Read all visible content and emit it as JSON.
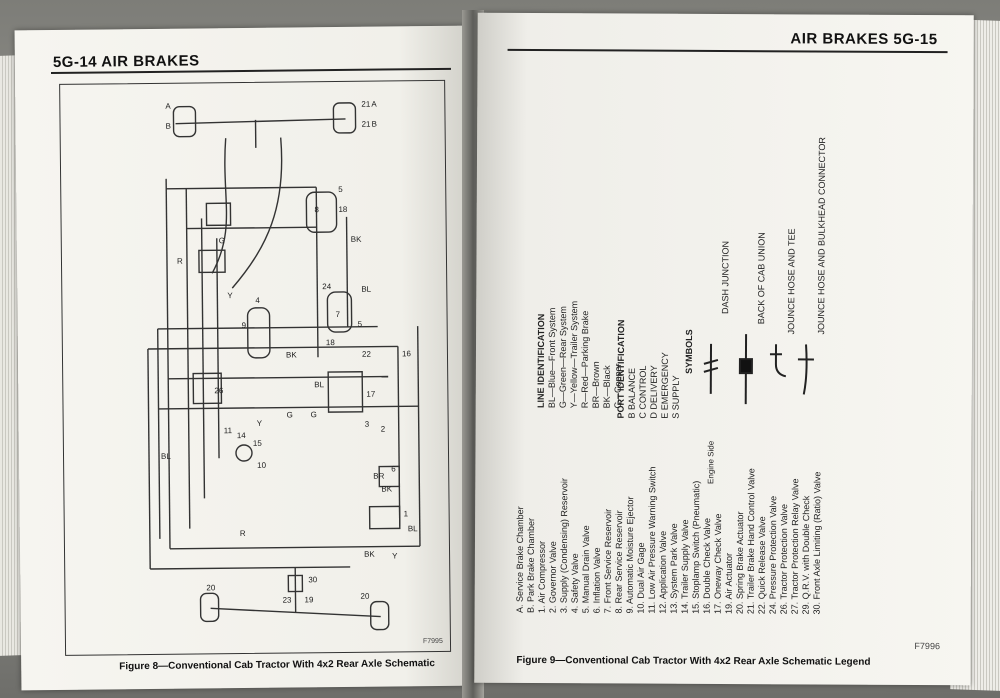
{
  "left_page": {
    "header": "5G-14  AIR BRAKES",
    "figure_caption": "Figure 8—Conventional Cab Tractor With 4x2 Rear Axle Schematic",
    "figure_code": "F7995",
    "schematic_labels": [
      "A",
      "B",
      "21",
      "21",
      "A",
      "B",
      "5",
      "8",
      "18",
      "BK",
      "R",
      "G",
      "Y",
      "9",
      "4",
      "BL",
      "24",
      "7",
      "5",
      "18",
      "22",
      "16",
      "26",
      "Y",
      "G",
      "G",
      "BL",
      "BK",
      "17",
      "3",
      "2",
      "11",
      "14",
      "15",
      "10",
      "BL",
      "BR",
      "BK",
      "6",
      "1",
      "BL",
      "R",
      "30",
      "20",
      "20",
      "23",
      "19",
      "BK",
      "Y"
    ]
  },
  "right_page": {
    "header": "AIR BRAKES  5G-15",
    "figure_caption": "Figure 9—Conventional Cab Tractor With 4x2 Rear Axle Schematic Legend",
    "figure_code": "F7996",
    "legend_items": [
      "A.  Service Brake Chamber",
      "B.  Park Brake Chamber",
      "1.  Air Compressor",
      "2.  Governor Valve",
      "3.  Supply (Condensing) Reservoir",
      "4.  Safety Valve",
      "5.  Manual Drain Valve",
      "6.  Inflation Valve",
      "7.  Front Service Reservoir",
      "8.  Rear Service Reservoir",
      "9.  Automatic Moisture Ejector",
      "10.  Dual Air Gage",
      "11.  Low Air Pressure Warning Switch",
      "12.  Application Valve",
      "13.  System Park Valve",
      "14.  Trailer Supply Valve",
      "15.  Stoplamp Switch (Pneumatic)",
      "16.  Double Check Valve",
      "17.  Oneway Check Valve",
      "19.  Air Actuator",
      "20.  Spring Brake Actuator",
      "21.  Trailer Brake Hand Control Valve",
      "22.  Quick Release Valve",
      "24.  Pressure Protection Valve",
      "26.  Tractor Protection Valve",
      "27.  Tractor Protection Relay Valve",
      "29.  Q.R.V. with Double Check",
      "30.  Front Axle Limiting (Ratio) Valve"
    ],
    "line_identification": {
      "title": "LINE IDENTIFICATION",
      "items": [
        "BL—Blue—Front System",
        "G—Green—Rear System",
        "Y—Yellow—Trailer System",
        "R—Red—Parking Brake",
        "BR—Brown",
        "BK—Black",
        "C—Copper"
      ]
    },
    "port_identification": {
      "title": "PORT IDENTIFICATION",
      "items": [
        "B BALANCE",
        "C CONTROL",
        "D DELIVERY",
        "E EMERGENCY",
        "S SUPPLY"
      ]
    },
    "symbols": {
      "title": "SYMBOLS",
      "engine_side": "Engine Side",
      "items": [
        "DASH JUNCTION",
        "BACK OF CAB UNION",
        "JOUNCE HOSE AND TEE",
        "JOUNCE HOSE AND BULKHEAD CONNECTOR"
      ]
    }
  }
}
